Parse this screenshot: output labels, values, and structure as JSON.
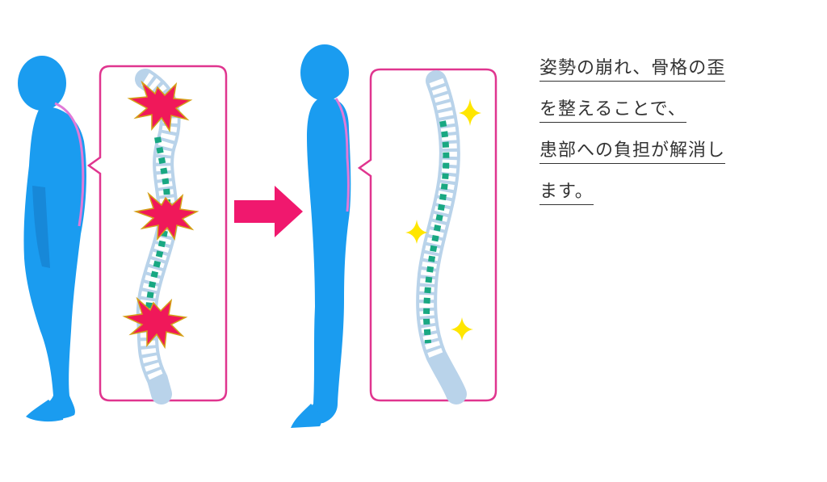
{
  "caption": {
    "lines": [
      "姿勢の崩れ、骨格の歪",
      "を整えることで、",
      "患部への負担が解消し",
      "ます。"
    ]
  },
  "colors": {
    "body": "#1a9cf0",
    "frame": "#e0358f",
    "arrow": "#f0186e",
    "disc": "#19a882",
    "pain": "#f0185a",
    "sparkle": "#ffe600",
    "bone": "#b9d3ea"
  },
  "icons": [
    "bent-posture-figure",
    "straight-posture-figure",
    "curved-spine-with-pain",
    "healthy-spine-with-sparkles",
    "right-arrow"
  ]
}
